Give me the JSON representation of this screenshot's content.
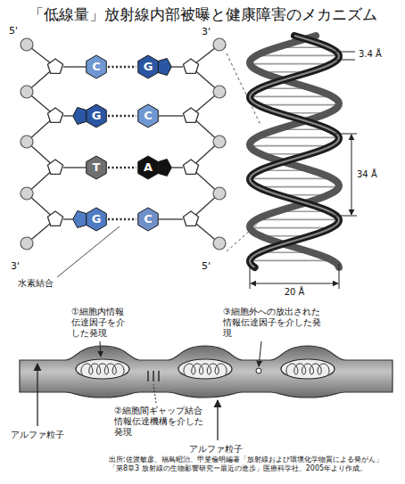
{
  "diagram": {
    "title": "「低線量」放射線内部被曝と健康障害のメカニズム",
    "caption": "出所:佐渡敏彦、福島昭治、甲斐倫明編著「放射線および環境化学物質による発がん」 「第8章3 放射線の生物影響研究ー最近の進歩」医療科学社、2005年より作成。",
    "nodes": [
      {
        "text": [
          "C"
        ]
      },
      {
        "text": [
          "G"
        ]
      },
      {
        "text": [
          "G"
        ]
      },
      {
        "text": [
          "C"
        ]
      },
      {
        "text": [
          "T"
        ]
      },
      {
        "text": [
          "A"
        ]
      },
      {
        "text": [
          "G"
        ]
      },
      {
        "text": [
          "C"
        ]
      }
    ],
    "edges": [
      {
        "from": 0,
        "to": 1,
        "arrow": "none"
      },
      {
        "from": 2,
        "to": 3,
        "arrow": "none"
      },
      {
        "from": 4,
        "to": 5,
        "arrow": "none"
      },
      {
        "from": 6,
        "to": 7,
        "arrow": "none"
      }
    ],
    "labels": [
      "5'",
      "3'",
      "3'",
      "5'",
      "水素結合",
      "3.4 Å",
      "34 Å",
      "20 Å",
      "①細胞内情報伝達因子を介した発現",
      "③細胞外への放出された情報伝達因子を介した発現",
      "②細胞間ギャップ結合情報伝達機構を介した発現",
      "アルファ粒子",
      "アルファ粒子"
    ]
  }
}
